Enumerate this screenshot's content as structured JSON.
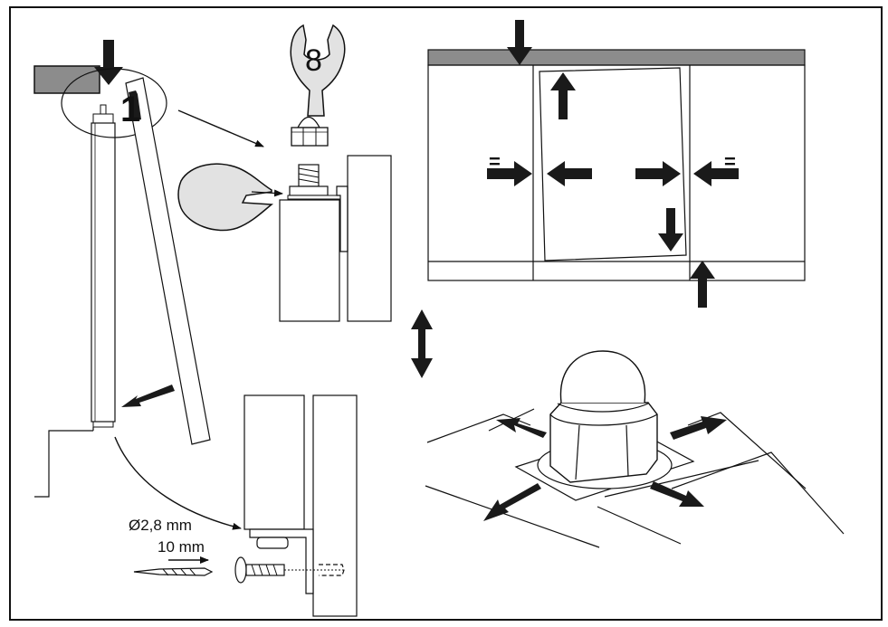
{
  "labels": {
    "wrench_size": "8",
    "step_number": "1",
    "drill_diameter": "Ø2,8 mm",
    "drill_depth": "10 mm",
    "equal_left": "=",
    "equal_right": "="
  },
  "colors": {
    "stroke": "#111111",
    "fill_dark": "#1a1a1a",
    "worktop_gray": "#8c8c8c",
    "wrench_fill": "#e2e2e2",
    "background": "#ffffff"
  },
  "icons": {
    "open_wrench": "wrench-icon",
    "cap_nut": "cap-nut-icon",
    "drill_bit": "drill-bit-icon",
    "screw": "screw-icon"
  }
}
